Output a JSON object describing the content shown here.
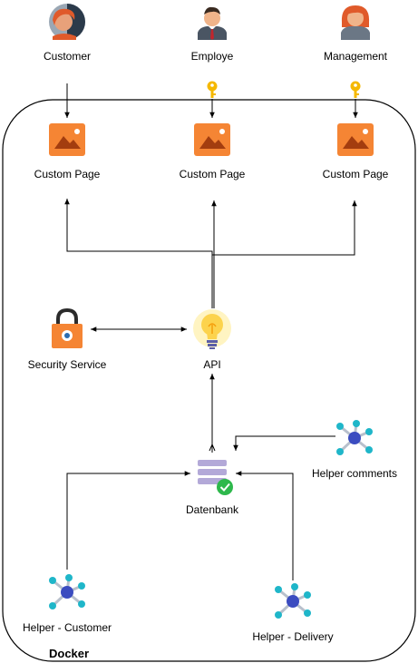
{
  "diagram": {
    "container_label": "Docker",
    "users": {
      "customer": "Customer",
      "employee": "Employe",
      "management": "Management"
    },
    "pages": {
      "customer_page": "Custom Page",
      "employee_page": "Custom Page",
      "management_page": "Custom Page"
    },
    "services": {
      "security": "Security Service",
      "api": "API",
      "database": "Datenbank"
    },
    "helpers": {
      "comments": "Helper comments",
      "customer": "Helper - Customer",
      "delivery": "Helper - Delivery"
    },
    "icons": {
      "customer_avatar": "customer-avatar-icon",
      "employee_avatar": "employee-avatar-icon",
      "management_avatar": "management-avatar-icon",
      "key": "key-icon",
      "page": "image-page-icon",
      "lock": "padlock-icon",
      "bulb": "lightbulb-icon",
      "database": "database-check-icon",
      "network": "network-hub-icon"
    },
    "colors": {
      "page_orange": "#f58534",
      "key_gold": "#f5b800",
      "lock_orange": "#f58534",
      "bulb_yellow": "#fcd34d",
      "db_purple": "#b3a9d8",
      "db_check_green": "#2eb84c",
      "hub_blue": "#3b4cc0",
      "hub_cyan": "#1fb6c9",
      "avatar_bg": "#9aa7b4"
    }
  }
}
